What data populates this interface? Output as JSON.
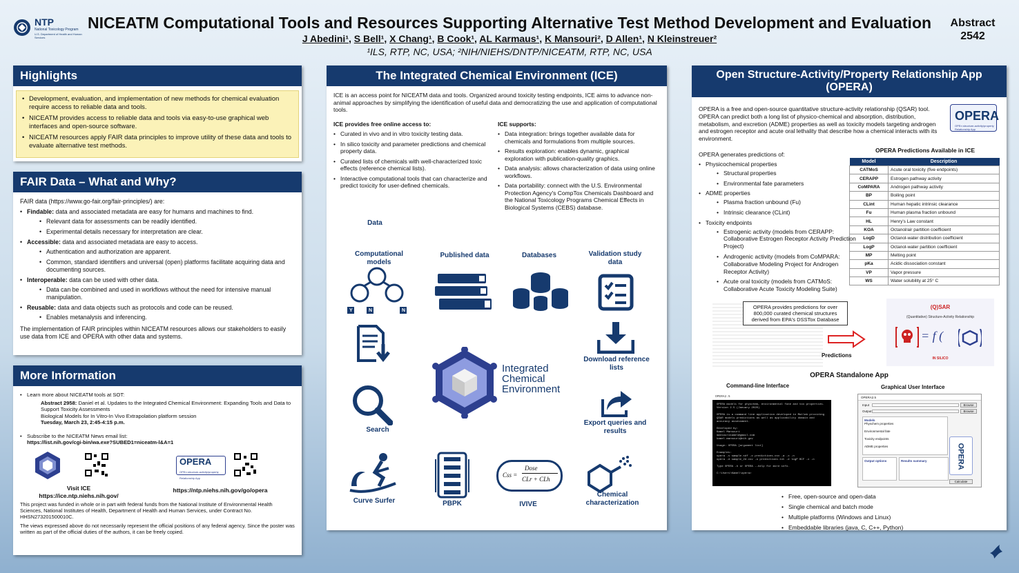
{
  "header": {
    "logo_name": "NTP",
    "logo_sub": "National Toxicology Program",
    "logo_sub2": "U.S. Department of Health and Human Services",
    "title": "NICEATM Computational Tools and Resources Supporting Alternative Test Method Development and Evaluation",
    "authors": [
      "J Abedini¹",
      "S Bell¹",
      "X Chang¹",
      "B Cook¹",
      "AL Karmaus¹",
      "K Mansouri²",
      "D Allen¹",
      "N Kleinstreuer²"
    ],
    "affiliations": "¹ILS, RTP, NC, USA; ²NIH/NIEHS/DNTP/NICEATM, RTP, NC, USA",
    "abstract_label": "Abstract",
    "abstract_number": "2542"
  },
  "highlights": {
    "title": "Highlights",
    "items": [
      "Development, evaluation, and implementation of new methods for chemical evaluation require access to reliable data and tools.",
      "NICEATM provides access to reliable data and tools via easy-to-use graphical web interfaces and open-source software.",
      "NICEATM resources apply FAIR data principles to improve utility of these data and tools to evaluate alternative test methods."
    ]
  },
  "fair": {
    "title": "FAIR Data – What and Why?",
    "intro": "FAIR data (https://www.go-fair.org/fair-principles/) are:",
    "items": [
      {
        "term": "Findable:",
        "text": " data and associated metadata are easy for humans and machines to find.",
        "subs": [
          "Relevant data for assessments can be readily identified.",
          "Experimental details necessary for interpretation are clear."
        ]
      },
      {
        "term": "Accessible:",
        "text": " data and associated metadata are easy to access.",
        "subs": [
          "Authentication and authorization are apparent.",
          "Common, standard identifiers and universal (open) platforms facilitate acquiring data and documenting sources."
        ]
      },
      {
        "term": "Interoperable:",
        "text": " data can be used with other data.",
        "subs": [
          "Data can be combined and used in workflows without the need for intensive manual manipulation."
        ]
      },
      {
        "term": "Reusable:",
        "text": " data and data objects such as protocols and code can be reused.",
        "subs": [
          "Enables metanalysis and inferencing."
        ]
      }
    ],
    "outro": "The implementation of FAIR principles within NICEATM resources allows our stakeholders to easily use data from ICE and OPERA with other data and systems."
  },
  "more": {
    "title": "More Information",
    "learn": "Learn more about NICEATM tools at SOT:",
    "abs_bold": "Abstract 2958:",
    "abs_text": " Daniel et al. Updates to the Integrated Chemical Environment: Expanding Tools and Data to Support Toxicity Assessments",
    "session": "Biological Models for In Vitro-In Vivo Extrapolation platform session",
    "date": "Tuesday, March 23, 2:45-4:15 p.m.",
    "subscribe": "Subscribe to the NICEATM News email list:",
    "list_url": "https://list.nih.gov/cgi-bin/wa.exe?SUBED1=niceatm-l&A=1",
    "visit_ice": "Visit ICE",
    "ice_url": "https://ice.ntp.niehs.nih.gov/",
    "opera_url": "https://ntp.niehs.nih.gov/go/opera",
    "opera_logo": "OPERA",
    "opera_logo_sub": "OPEn structure-activity/property Relationship App",
    "funding": "This project was funded in whole or in part with federal funds from the National Institute of Environmental Health Sciences, National Institutes of Health, Department of Health and Human Services, under Contract No. HHSN273201500010C.",
    "disclaimer": "The views expressed above do not necessarily represent the official positions of any federal agency. Since the poster was written as part of the official duties of the authors, it can be freely copied."
  },
  "ice": {
    "title": "The Integrated Chemical Environment (ICE)",
    "intro": "ICE is an access point for NICEATM data and tools. Organized around toxicity testing endpoints, ICE aims to advance non-animal approaches by simplifying the identification of useful data and democratizing the use and application of computational tools.",
    "left_head": "ICE provides free online access to:",
    "left": [
      "Curated in vivo and in vitro toxicity testing data.",
      "In silico toxicity and parameter predictions and chemical property data.",
      "Curated lists of chemicals with well-characterized toxic effects (reference chemical lists).",
      "Interactive computational tools that can characterize and predict toxicity for user-defined chemicals."
    ],
    "right_head": "ICE supports:",
    "right": [
      "Data integration: brings together available data for chemicals and formulations from multiple sources.",
      "Results exploration: enables dynamic, graphical exploration with publication-quality graphics.",
      "Data analysis: allows characterization of data using online workflows.",
      "Data portability: connect with the U.S. Environmental Protection Agency's CompTox Chemicals Dashboard and the National Toxicology Programs Chemical Effects in Biological Systems (CEBS) database."
    ],
    "labels": {
      "comp": "Computational models",
      "pub": "Published data",
      "db": "Databases",
      "val": "Validation study data",
      "data": "Data",
      "dl": "Download reference lists",
      "search": "Search",
      "export": "Export queries and results",
      "surfer": "Curve Surfer",
      "pbpk": "PBPK",
      "ivive": "IVIVE",
      "chem": "Chemical characterization"
    },
    "ice_logo": [
      "Integrated",
      "Chemical",
      "Environment"
    ],
    "ynn": [
      "Y",
      "N",
      "N"
    ],
    "ivive_eq_num": "Dose",
    "ivive_eq_den": "CLr + CLh",
    "ivive_eq_lhs": "Css ="
  },
  "opera": {
    "title": "Open Structure-Activity/Property Relationship App (OPERA)",
    "intro": "OPERA is a free and open-source quantitative structure-activity relationship (QSAR) tool. OPERA can predict both a long list of physico-chemical and absorption, distribution, metabolism, and excretion (ADME) properties as well as toxicity models targeting androgen and estrogen receptor and acute oral lethality that describe how a chemical interacts with its environment.",
    "generates": "OPERA generates predictions of:",
    "tree": [
      {
        "t": "Physicochemical properties",
        "s": [
          "Structural properties",
          "Environmental fate parameters"
        ]
      },
      {
        "t": "ADME properties",
        "s": [
          "Plasma fraction unbound (Fu)",
          "Intrinsic clearance (CLint)"
        ]
      },
      {
        "t": "Toxicity endpoints",
        "s": [
          "Estrogenic activity (models from CERAPP: Collaborative Estrogen Receptor Activity Prediction Project)",
          "Androgenic activity (models from CoMPARA: Collaborative Modeling Project for Androgen Receptor Activity)",
          "Acute oral toxicity (models from CATMoS: Collaborative Acute Toxicity Modeling Suite)"
        ]
      }
    ],
    "table_title": "OPERA Predictions Available in ICE",
    "table_head": [
      "Model",
      "Description"
    ],
    "table": [
      [
        "CATMoS",
        "Acute oral toxicity (five endpoints)"
      ],
      [
        "CERAPP",
        "Estrogen pathway activity"
      ],
      [
        "CoMPARA",
        "Androgen pathway activity"
      ],
      [
        "BP",
        "Boiling point"
      ],
      [
        "CLint",
        "Human hepatic intrinsic clearance"
      ],
      [
        "Fu",
        "Human plasma fraction unbound"
      ],
      [
        "HL",
        "Henry's Law constant"
      ],
      [
        "KOA",
        "Octanol/air partition coefficient"
      ],
      [
        "LogD",
        "Octanol-water distribution coefficient"
      ],
      [
        "LogP",
        "Octanol-water partition coefficient"
      ],
      [
        "MP",
        "Melting point"
      ],
      [
        "pKa",
        "Acidic dissociation constant"
      ],
      [
        "VP",
        "Vapor pressure"
      ],
      [
        "WS",
        "Water solubility at 25° C"
      ]
    ],
    "callout": "OPERA provides predictions for over 800,000 curated chemical structures derived from EPA's DSSTox Database",
    "predictions": "Predictions",
    "qsar_title": "(Q)SAR",
    "qsar_sub": "(Quantitative) Structure-Activity Relationship",
    "qsar_eq": "= f (",
    "qsar_tail": "IN SILICO",
    "standalone": "OPERA Standalone App",
    "cli_label": "Command-line Interface",
    "gui_label": "Graphical User Interface",
    "cli_window": "OPERA2.5",
    "gui_window": "OPERA2.5",
    "cli_lines": [
      "OPERA models for physchem, environmental fate and tox properties.",
      "Version 2.5 (January 2020)",
      "",
      "OPERA is a command line application developed in Matlab providing QSAR models predictions as well as applicability domain and accuracy assessment.",
      "",
      "Developed by:",
      "Kamel Mansouri",
      "mansourikamel@gmail.com",
      "kamel.mansouri@nih.gov",
      "",
      "Usage: OPERA [argument list]",
      "",
      "Examples:",
      "opera -s sample.sdf -o predictions.csv -a -x -n",
      "opera -d sample_2d.csv -o predictions.txt -e logP BCF -x -n",
      "",
      "Type OPERA -h or OPERA --help for more info.",
      "",
      "C:\\Users\\Kamel\\opera>"
    ],
    "gui_fields": {
      "input": "Input",
      "output": "Output",
      "browse": "Browse",
      "models": "Models",
      "physchem": "Physchem properties",
      "envfate": "Environmental fate",
      "tox": "Toxicity endpoints",
      "adme": "ADME properties",
      "options": "Output options",
      "summary": "Results summary",
      "calc": "Calculate"
    },
    "features": [
      "Free, open-source and open-data",
      "Single chemical and batch mode",
      "Multiple platforms (Windows and Linux)",
      "Embeddable libraries (java, C, C++, Python)"
    ]
  }
}
